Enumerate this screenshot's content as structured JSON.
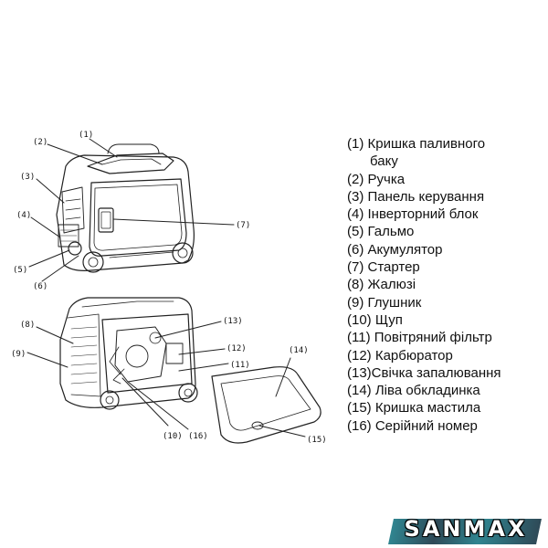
{
  "callouts": {
    "c1": "(1)",
    "c2": "(2)",
    "c3": "(3)",
    "c4": "(4)",
    "c5": "(5)",
    "c6": "(6)",
    "c7": "(7)",
    "c8": "(8)",
    "c9": "(9)",
    "c10": "(10)",
    "c11": "(11)",
    "c12": "(12)",
    "c13": "(13)",
    "c14": "(14)",
    "c15": "(15)",
    "c16": "(16)"
  },
  "legend": {
    "items": [
      "(1) Кришка паливного",
      "баку",
      "(2) Ручка",
      "(3) Панель керування",
      "(4) Інверторний блок",
      "(5) Гальмо",
      "(6) Акумулятор",
      "(7) Стартер",
      "(8) Жалюзі",
      "(9) Глушник",
      "(10) Щуп",
      "(11) Повітряний фільтр",
      "(12) Карбюратор",
      "(13)Свічка запалювання",
      "(14) Ліва обкладинка",
      "(15) Кришка мастила",
      "(16) Серійний номер"
    ]
  },
  "brand": {
    "name": "SANMAX"
  }
}
